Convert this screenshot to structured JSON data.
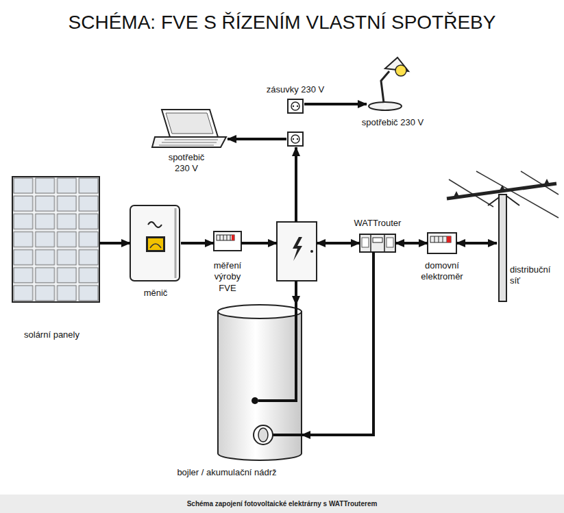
{
  "diagram": {
    "title": "SCHÉMA: FVE S ŘÍZENÍM VLASTNÍ SPOTŘEBY",
    "caption": "Schéma zapojení fotovoltaické elektrárny s WATTrouterem",
    "nodes": [
      {
        "text": [
          "zásuvky 230 V"
        ]
      },
      {
        "text": [
          "spotřebič 230 V"
        ]
      },
      {
        "text": [
          "spotřebič 230 V"
        ]
      },
      {
        "text": [
          "solární panely"
        ]
      },
      {
        "text": [
          "měnič"
        ]
      },
      {
        "text": [
          "měření výroby FVE"
        ]
      },
      {
        "text": []
      },
      {
        "text": [
          "WATTrouter"
        ]
      },
      {
        "text": [
          "domovní elektroměr"
        ]
      },
      {
        "text": [
          "distribuční síť"
        ]
      },
      {
        "text": [
          "bojler / akumulační nádrž"
        ]
      }
    ],
    "edges": [
      {
        "from": 3,
        "to": 4,
        "arrow": "to"
      },
      {
        "from": 4,
        "to": 5,
        "arrow": "to"
      },
      {
        "from": 5,
        "to": 6,
        "arrow": "to"
      },
      {
        "from": 6,
        "to": 7,
        "arrow": "both"
      },
      {
        "from": 7,
        "to": 8,
        "arrow": "both"
      },
      {
        "from": 8,
        "to": 9,
        "arrow": "both"
      },
      {
        "from": 6,
        "to": 0,
        "arrow": "to"
      },
      {
        "from": 0,
        "to": 1,
        "arrow": "to"
      },
      {
        "from": 0,
        "to": 2,
        "arrow": "to"
      },
      {
        "from": 6,
        "to": 10,
        "arrow": "to"
      },
      {
        "from": 7,
        "to": 10,
        "arrow": "to"
      }
    ]
  }
}
